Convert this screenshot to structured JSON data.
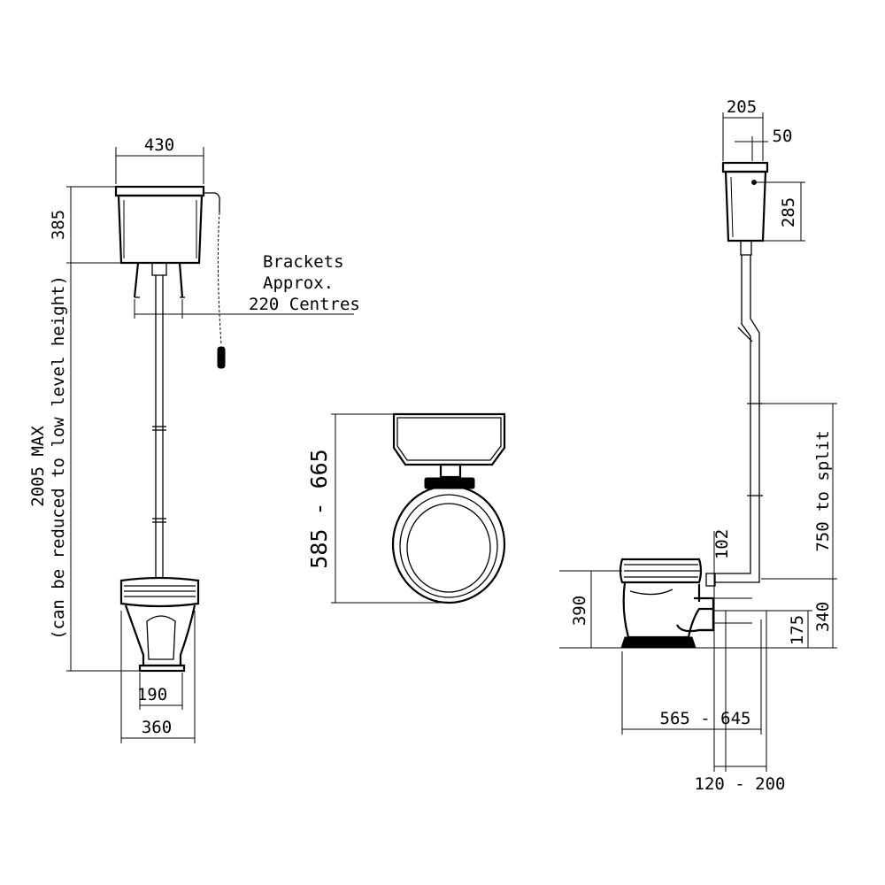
{
  "front_view": {
    "cistern_width": "430",
    "cistern_height": "385",
    "overall_height_line1": "2005 MAX",
    "overall_height_line2": "(can be reduced to low level height)",
    "brackets_line1": "Brackets",
    "brackets_line2": "Approx.",
    "brackets_line3": "220 Centres",
    "foot_width": "190",
    "pan_width": "360"
  },
  "plan_view": {
    "projection": "585 - 665"
  },
  "side_view": {
    "cistern_depth": "205",
    "flush_offset": "50",
    "cistern_height": "285",
    "pipe_to_split": "750 to split",
    "pipe_offset": "102",
    "pan_height": "390",
    "outlet_height_top": "340",
    "outlet_height_bottom": "175",
    "pan_projection": "565 - 645",
    "outlet_setout": "120 - 200"
  }
}
